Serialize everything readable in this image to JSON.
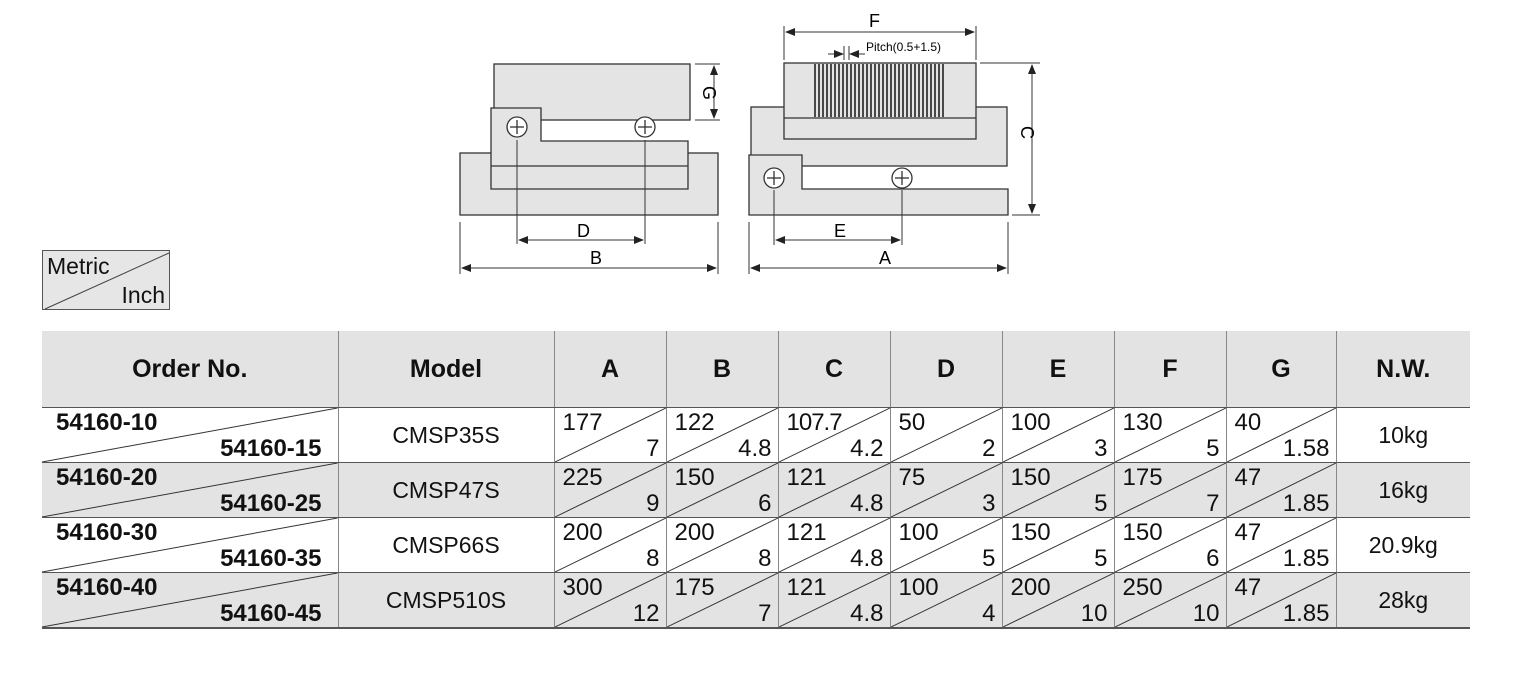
{
  "drawing": {
    "labels": {
      "F": "F",
      "pitch": "Pitch(0.5+1.5)",
      "G": "G",
      "C": "C",
      "D": "D",
      "B": "B",
      "E": "E",
      "A": "A"
    }
  },
  "units_legend": {
    "top": "Metric",
    "bottom": "Inch"
  },
  "table": {
    "headers": {
      "order_no": "Order No.",
      "model": "Model",
      "A": "A",
      "B": "B",
      "C": "C",
      "D": "D",
      "E": "E",
      "F": "F",
      "G": "G",
      "nw": "N.W."
    },
    "rows": [
      {
        "order_metric": "54160-10",
        "order_inch": "54160-15",
        "model": "CMSP35S",
        "A": [
          "177",
          "7"
        ],
        "B": [
          "122",
          "4.8"
        ],
        "C": [
          "107.7",
          "4.2"
        ],
        "D": [
          "50",
          "2"
        ],
        "E": [
          "100",
          "3"
        ],
        "F": [
          "130",
          "5"
        ],
        "G": [
          "40",
          "1.58"
        ],
        "nw": "10kg"
      },
      {
        "order_metric": "54160-20",
        "order_inch": "54160-25",
        "model": "CMSP47S",
        "A": [
          "225",
          "9"
        ],
        "B": [
          "150",
          "6"
        ],
        "C": [
          "121",
          "4.8"
        ],
        "D": [
          "75",
          "3"
        ],
        "E": [
          "150",
          "5"
        ],
        "F": [
          "175",
          "7"
        ],
        "G": [
          "47",
          "1.85"
        ],
        "nw": "16kg"
      },
      {
        "order_metric": "54160-30",
        "order_inch": "54160-35",
        "model": "CMSP66S",
        "A": [
          "200",
          "8"
        ],
        "B": [
          "200",
          "8"
        ],
        "C": [
          "121",
          "4.8"
        ],
        "D": [
          "100",
          "5"
        ],
        "E": [
          "150",
          "5"
        ],
        "F": [
          "150",
          "6"
        ],
        "G": [
          "47",
          "1.85"
        ],
        "nw": "20.9kg"
      },
      {
        "order_metric": "54160-40",
        "order_inch": "54160-45",
        "model": "CMSP510S",
        "A": [
          "300",
          "12"
        ],
        "B": [
          "175",
          "7"
        ],
        "C": [
          "121",
          "4.8"
        ],
        "D": [
          "100",
          "4"
        ],
        "E": [
          "200",
          "10"
        ],
        "F": [
          "250",
          "10"
        ],
        "G": [
          "47",
          "1.85"
        ],
        "nw": "28kg"
      }
    ]
  }
}
